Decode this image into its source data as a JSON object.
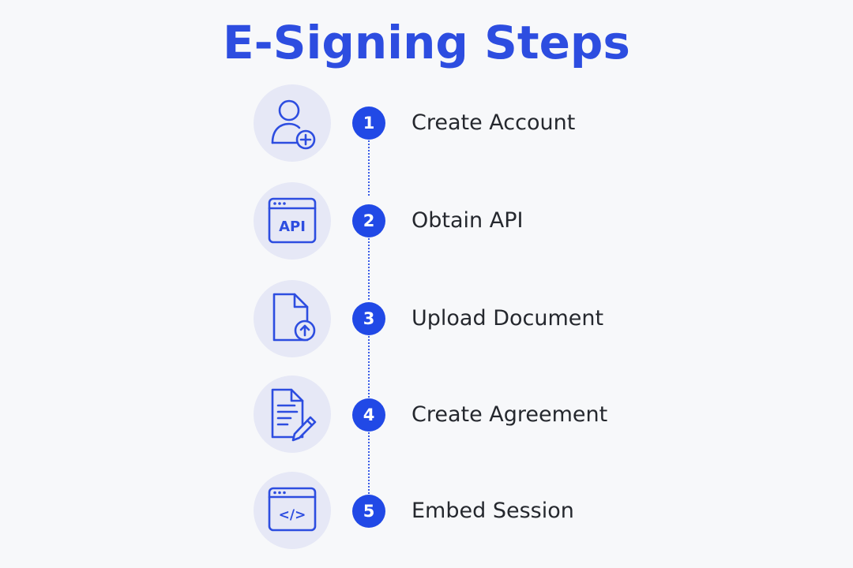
{
  "title": "E-Signing Steps",
  "accent_color": "#2149e6",
  "steps": [
    {
      "number": "1",
      "label": "Create Account",
      "icon": "user-add-icon"
    },
    {
      "number": "2",
      "label": "Obtain API",
      "icon": "api-window-icon",
      "icon_text": "API"
    },
    {
      "number": "3",
      "label": "Upload Document",
      "icon": "document-upload-icon"
    },
    {
      "number": "4",
      "label": "Create Agreement",
      "icon": "document-sign-icon"
    },
    {
      "number": "5",
      "label": "Embed Session",
      "icon": "code-window-icon",
      "icon_text": "</>"
    }
  ]
}
